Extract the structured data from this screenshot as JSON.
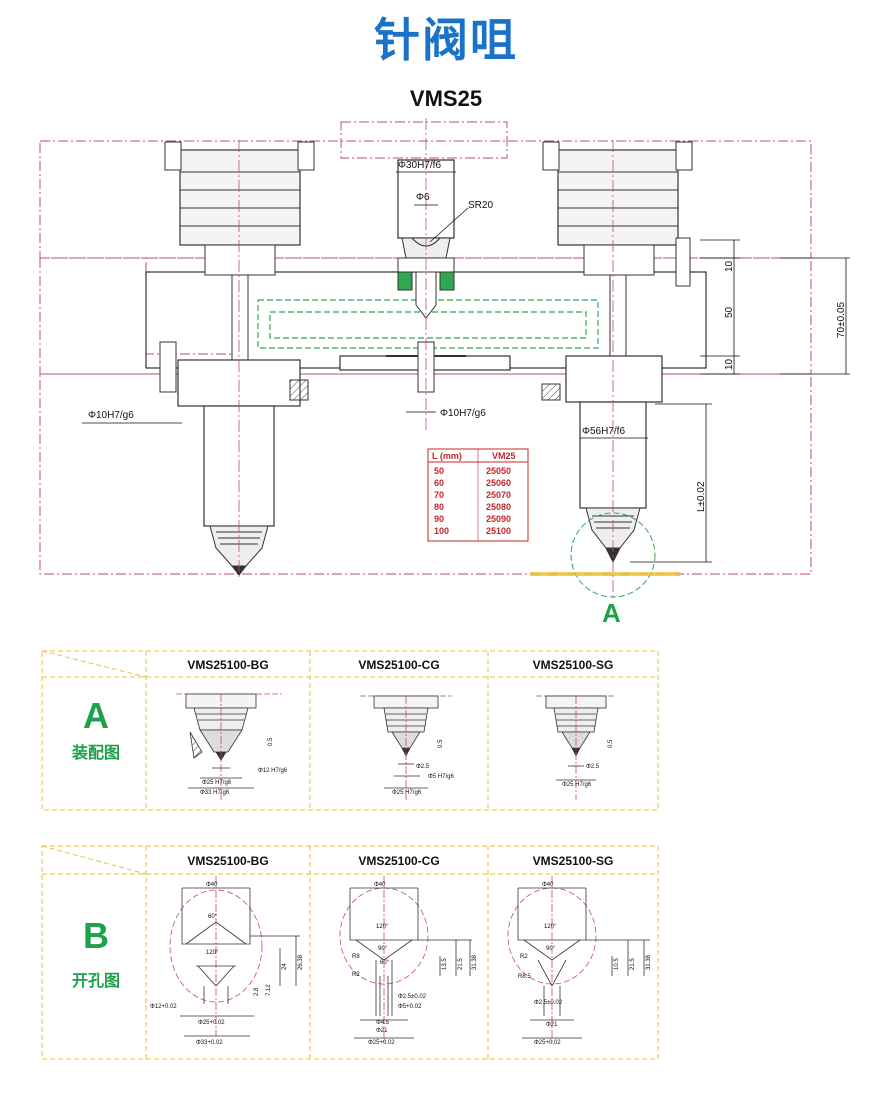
{
  "page": {
    "title": "针阀咀",
    "model": "VMS25"
  },
  "main_drawing": {
    "dims": {
      "d30": "Φ30H7/f6",
      "d6": "Φ6",
      "sr20": "SR20",
      "d10_left": "Φ10H7/g6",
      "d10_center": "Φ10H7/g6",
      "d56": "Φ56H7/f6",
      "h10_top": "10",
      "h50": "50",
      "h10_bottom": "10",
      "h70": "70±0.05",
      "l_tol": "L±0.02"
    },
    "detail_marker": "A",
    "table": {
      "headers": [
        "L (mm)",
        "VM25"
      ],
      "rows": [
        [
          "50",
          "25050"
        ],
        [
          "60",
          "25060"
        ],
        [
          "70",
          "25070"
        ],
        [
          "80",
          "25080"
        ],
        [
          "90",
          "25090"
        ],
        [
          "100",
          "25100"
        ]
      ]
    }
  },
  "section_a": {
    "letter": "A",
    "label": "装配图",
    "columns": [
      "VMS25100-BG",
      "VMS25100-CG",
      "VMS25100-SG"
    ],
    "dims": {
      "bg": [
        "0.5",
        "Φ12 H7/g6",
        "Φ25 H7/g6",
        "Φ33 H7/g6"
      ],
      "cg": [
        "0.5",
        "Φ2.5",
        "Φ5 H7/g6",
        "Φ25 H7/g6"
      ],
      "sg": [
        "0.5",
        "Φ2.5",
        "Φ25 H7/g6"
      ]
    }
  },
  "section_b": {
    "letter": "B",
    "label": "开孔图",
    "columns": [
      "VMS25100-BG",
      "VMS25100-CG",
      "VMS25100-SG"
    ],
    "dims": {
      "bg": [
        "Φ40",
        "60°",
        "120°",
        "Φ12+0.02",
        "Φ25+0.02",
        "Φ33+0.02",
        "24",
        "26.38",
        "2.8",
        "7.12"
      ],
      "cg": [
        "Φ40",
        "120°",
        "90°",
        "60°",
        "R8",
        "R2",
        "Φ2.5±0.02",
        "Φ5+0.02",
        "Φ4.5",
        "Φ21",
        "Φ25+0.02",
        "13.5",
        "21.5",
        "31.38"
      ],
      "sg": [
        "Φ40",
        "120°",
        "90°",
        "R2",
        "R8.5",
        "Φ2.5±0.02",
        "Φ21",
        "Φ25+0.02",
        "10.5",
        "21.5",
        "31.38"
      ]
    }
  },
  "colors": {
    "title": "#1a73c8",
    "outline_pink": "#c2497a",
    "green_letter": "#1ca24a",
    "table_red": "#c0282e",
    "dashed_frame": "#e8c23a",
    "green_dash": "#2fa84f"
  }
}
